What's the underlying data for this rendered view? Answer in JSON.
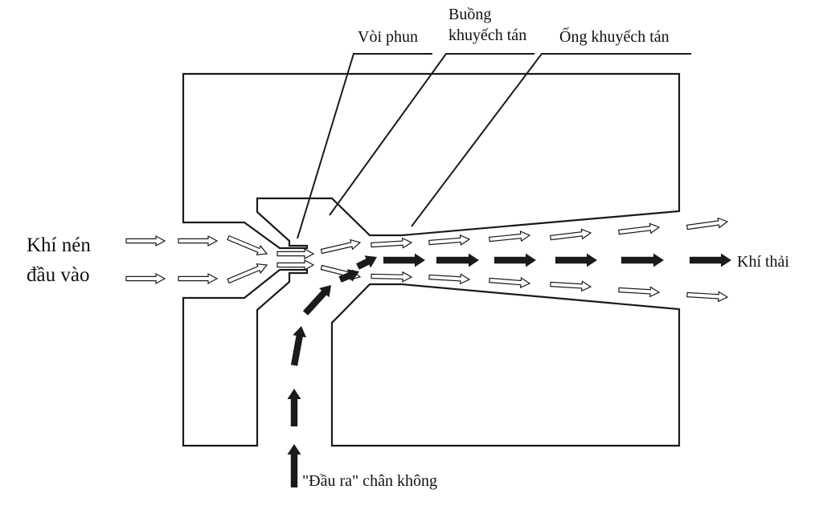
{
  "labels": {
    "nozzle": "Vòi phun",
    "diffusion_chamber_line1": "Buồng",
    "diffusion_chamber_line2": "khuyếch tán",
    "diffuser_tube": "Ống khuyếch tán",
    "inlet_line1": "Khí nén",
    "inlet_line2": "đầu vào",
    "exhaust": "Khí thải",
    "vacuum_outlet": "\"Đầu ra\" chân không"
  },
  "colors": {
    "line": "#1a1a1a",
    "background": "#ffffff"
  }
}
